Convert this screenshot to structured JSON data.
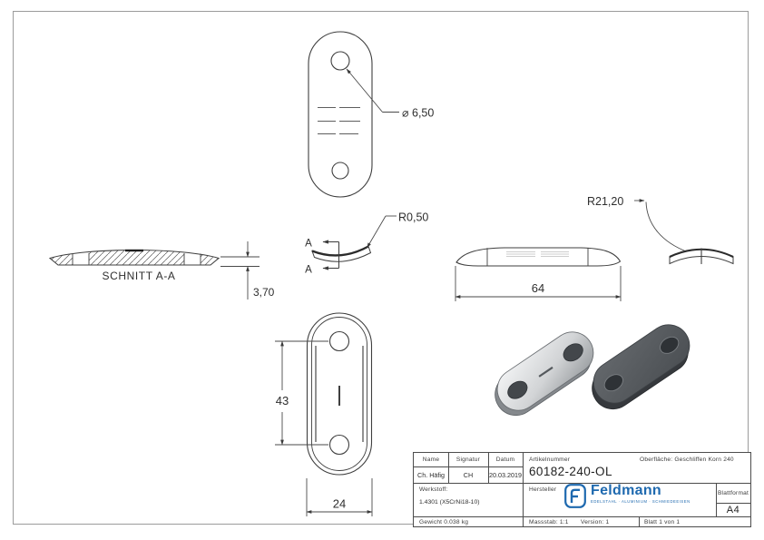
{
  "drawing": {
    "labels": {
      "hole_diameter": "⌀ 6,50",
      "corner_radius": "R0,50",
      "bend_radius": "R21,20",
      "thickness": "3,70",
      "length": "64",
      "hole_spacing": "43",
      "width": "24",
      "section_title": "SCHNITT A-A",
      "section_marker": "A"
    }
  },
  "title_block": {
    "name_label": "Name",
    "name_value": "Ch. Häfig",
    "signature_label": "Signatur",
    "signature_value": "CH",
    "date_label": "Datum",
    "date_value": "20.03.2019",
    "article_label": "Artikelnummer",
    "article_value": "60182-240-OL",
    "surface_label": "Oberfläche:",
    "surface_value": "Geschliffen Korn 240",
    "material_label": "Werkstoff:",
    "material_value": "1.4301 (X5CrNi18-10)",
    "manufacturer_label": "Hersteller",
    "weight": "Gewicht 0.038 kg",
    "scale": "Massstab: 1:1",
    "version": "Version: 1",
    "sheet": "Blatt 1 von 1",
    "format_label": "Blattformat",
    "format_value": "A4",
    "logo": {
      "mark": "F",
      "name": "Feldmann",
      "tagline": "EDELSTAHL · ALUMINIUM · SCHMIEDEEISEN"
    }
  },
  "colors": {
    "line": "#3f3f3f",
    "dimension": "#4a4a4a",
    "logo_blue": "#1e69af",
    "steel_light": "#f2f3f4",
    "steel_dark": "#9ea2a5",
    "plate_dark": "#55595d"
  }
}
